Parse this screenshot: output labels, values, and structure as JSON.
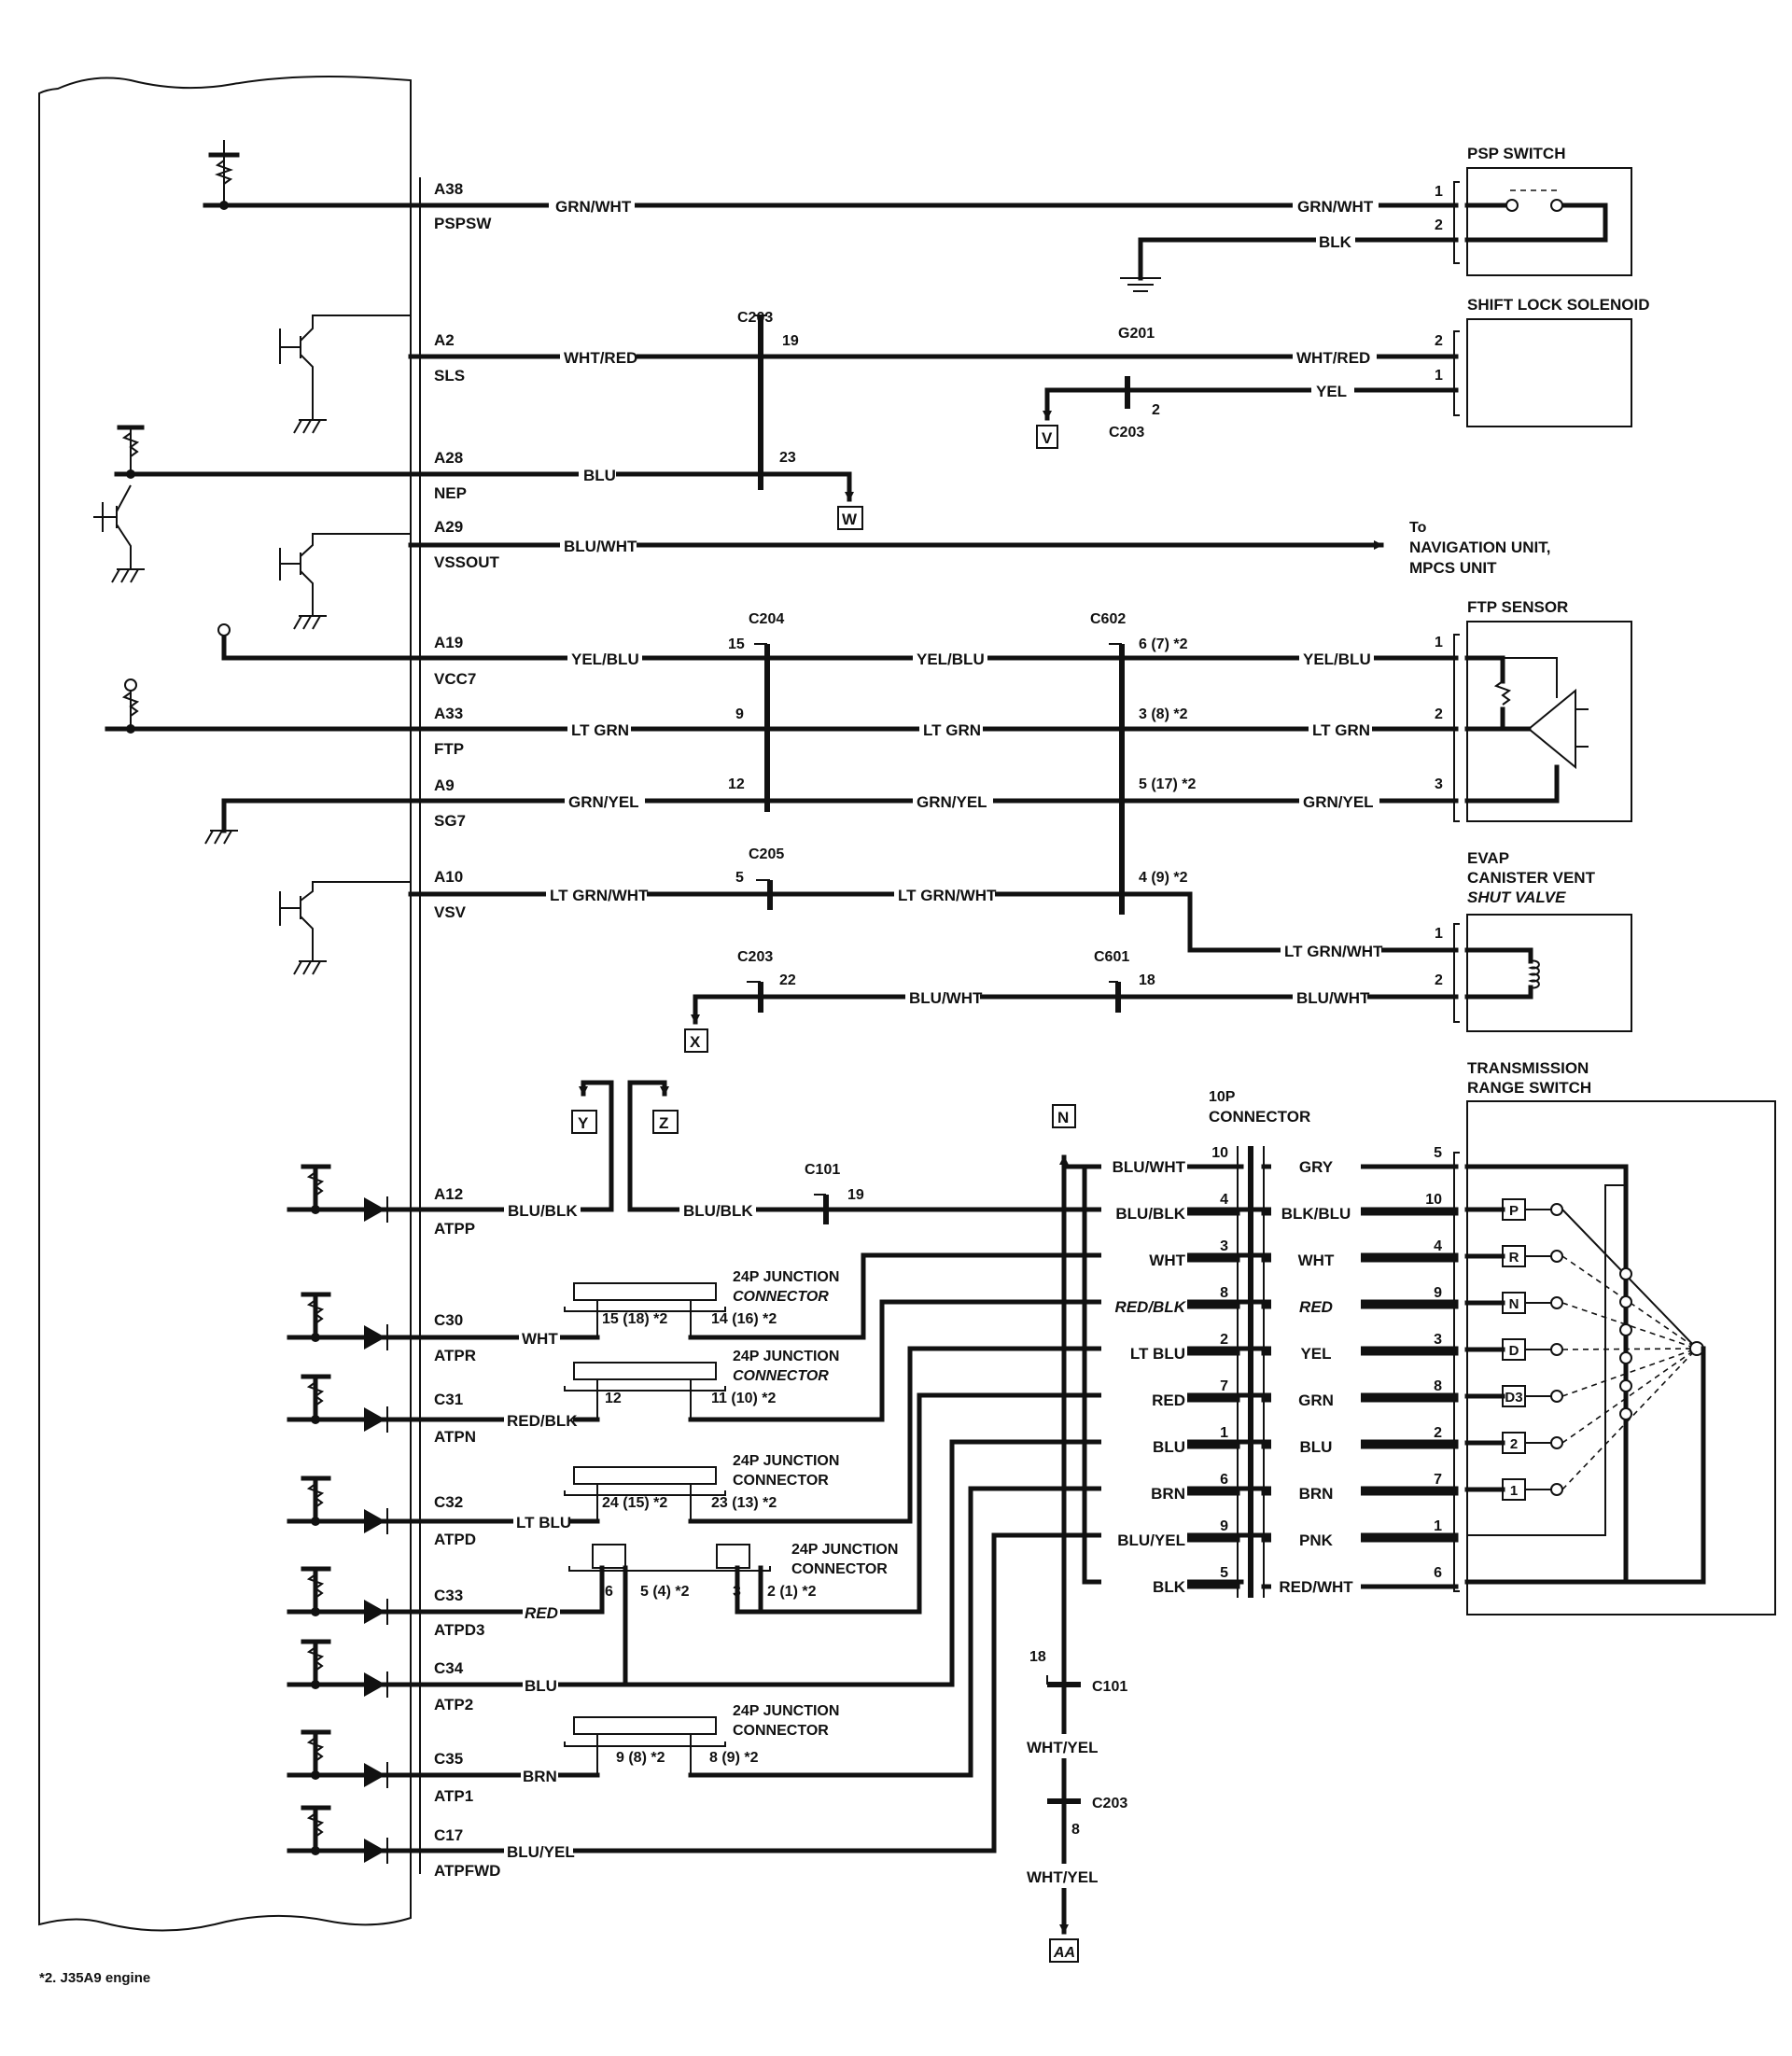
{
  "ecm_pins": [
    {
      "id": "A38",
      "name": "PSPSW",
      "wire": "GRN/WHT"
    },
    {
      "id": "A2",
      "name": "SLS",
      "wire": "WHT/RED"
    },
    {
      "id": "A28",
      "name": "NEP",
      "wire": "BLU"
    },
    {
      "id": "A29",
      "name": "VSSOUT",
      "wire": "BLU/WHT"
    },
    {
      "id": "A19",
      "name": "VCC7",
      "wire": "YEL/BLU"
    },
    {
      "id": "A33",
      "name": "FTP",
      "wire": "LT GRN"
    },
    {
      "id": "A9",
      "name": "SG7",
      "wire": "GRN/YEL"
    },
    {
      "id": "A10",
      "name": "VSV",
      "wire": "LT GRN/WHT"
    },
    {
      "id": "A12",
      "name": "ATPP",
      "wire": "BLU/BLK"
    },
    {
      "id": "C30",
      "name": "ATPR",
      "wire": "WHT"
    },
    {
      "id": "C31",
      "name": "ATPN",
      "wire": "RED/BLK"
    },
    {
      "id": "C32",
      "name": "ATPD",
      "wire": "LT BLU"
    },
    {
      "id": "C33",
      "name": "ATPD3",
      "wire": "RED"
    },
    {
      "id": "C34",
      "name": "ATP2",
      "wire": "BLU"
    },
    {
      "id": "C35",
      "name": "ATP1",
      "wire": "BRN"
    },
    {
      "id": "C17",
      "name": "ATPFWD",
      "wire": "BLU/YEL"
    }
  ],
  "psp": {
    "title": "PSP SWITCH",
    "wire1": "GRN/WHT",
    "pin1": "1",
    "wire2": "BLK",
    "pin2": "2"
  },
  "shift_lock": {
    "title": "SHIFT LOCK SOLENOID",
    "c203": "C203",
    "pin19": "19",
    "g201": "G201",
    "wire_wr": "WHT/RED",
    "pin2": "2",
    "wire_yel": "YEL",
    "pin1": "1",
    "c203b": "C203",
    "pin_c2": "2",
    "pin23": "23"
  },
  "nav": {
    "to": "To",
    "line1": "NAVIGATION UNIT,",
    "line2": "MPCS UNIT"
  },
  "ftp": {
    "title": "FTP SENSOR",
    "c204": "C204",
    "c602": "C602",
    "p15": "15",
    "p9": "9",
    "p12": "12",
    "w1": "YEL/BLU",
    "w2": "LT GRN",
    "w3": "GRN/YEL",
    "c602a": "6 (7) *2",
    "c602b": "3 (8) *2",
    "c602c": "5 (17) *2",
    "s1": "1",
    "s2": "2",
    "s3": "3"
  },
  "evap": {
    "title1": "EVAP",
    "title2": "CANISTER VENT",
    "title3": "SHUT VALVE",
    "c205": "C205",
    "p5": "5",
    "c602d": "4 (9) *2",
    "wire": "LT GRN/WHT",
    "s1": "1",
    "c203": "C203",
    "p22": "22",
    "wire2": "BLU/WHT",
    "c601": "C601",
    "p18": "18",
    "s2": "2"
  },
  "refs": {
    "v": "V",
    "w": "W",
    "x": "X",
    "y": "Y",
    "z": "Z",
    "n": "N",
    "aa": "AA"
  },
  "junction": {
    "label1": "24P JUNCTION",
    "label2": "CONNECTOR",
    "j1a": "15 (18) *2",
    "j1b": "14 (16) *2",
    "j2a": "12",
    "j2b": "11 (10) *2",
    "j3a": "24 (15) *2",
    "j3b": "23 (13) *2",
    "j4a": "6",
    "j4b": "5 (4) *2",
    "j4c": "3",
    "j4d": "2 (1) *2",
    "j5a": "9 (8) *2",
    "j5b": "8 (9) *2"
  },
  "c101": {
    "label": "C101",
    "p19": "19",
    "p18": "18",
    "wire": "WHT/YEL",
    "c203": "C203",
    "p8": "8"
  },
  "tenp": {
    "title1": "10P",
    "title2": "CONNECTOR",
    "rows": [
      {
        "left": "BLU/WHT",
        "lp": "10",
        "right": "GRY",
        "rp": "5"
      },
      {
        "left": "BLU/BLK",
        "lp": "4",
        "right": "BLK/BLU",
        "rp": "10"
      },
      {
        "left": "WHT",
        "lp": "3",
        "right": "WHT",
        "rp": "4"
      },
      {
        "left": "RED/BLK",
        "lp": "8",
        "right": "RED",
        "rp": "9"
      },
      {
        "left": "LT BLU",
        "lp": "2",
        "right": "YEL",
        "rp": "3"
      },
      {
        "left": "RED",
        "lp": "7",
        "right": "GRN",
        "rp": "8"
      },
      {
        "left": "BLU",
        "lp": "1",
        "right": "BLU",
        "rp": "2"
      },
      {
        "left": "BRN",
        "lp": "6",
        "right": "BRN",
        "rp": "7"
      },
      {
        "left": "BLU/YEL",
        "lp": "9",
        "right": "PNK",
        "rp": "1"
      },
      {
        "left": "BLK",
        "lp": "5",
        "right": "RED/WHT",
        "rp": "6"
      }
    ]
  },
  "trs": {
    "title1": "TRANSMISSION",
    "title2": "RANGE SWITCH",
    "positions": [
      "P",
      "R",
      "N",
      "D",
      "D3",
      "2",
      "1"
    ]
  },
  "footnote": "*2. J35A9 engine"
}
